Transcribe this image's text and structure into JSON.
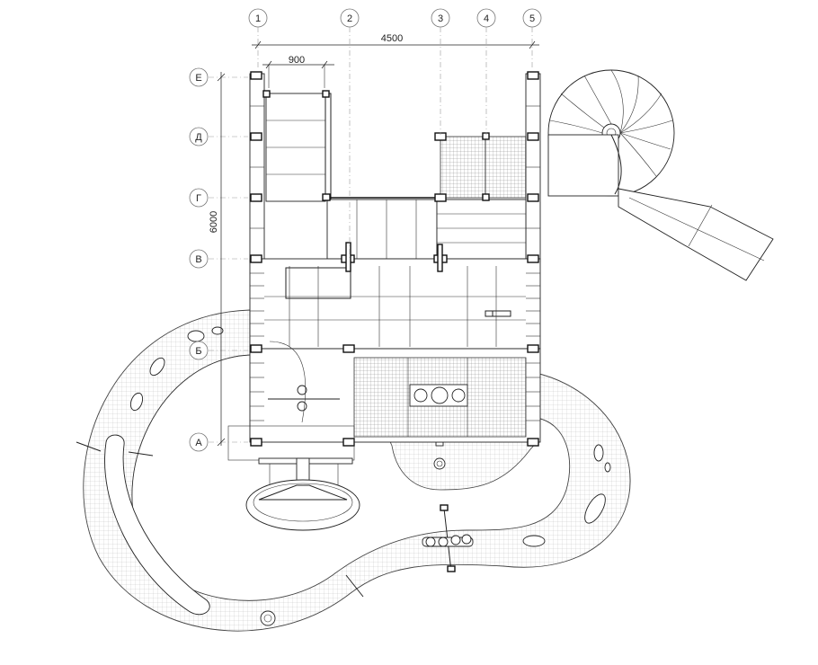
{
  "drawing": {
    "type": "playground-structure-plan",
    "column_axes": [
      "1",
      "2",
      "3",
      "4",
      "5"
    ],
    "row_axes": [
      "Е",
      "Д",
      "Г",
      "В",
      "Б",
      "А"
    ],
    "dimensions": {
      "total_width": "4500",
      "stair_width": "900",
      "total_depth": "6000"
    }
  }
}
